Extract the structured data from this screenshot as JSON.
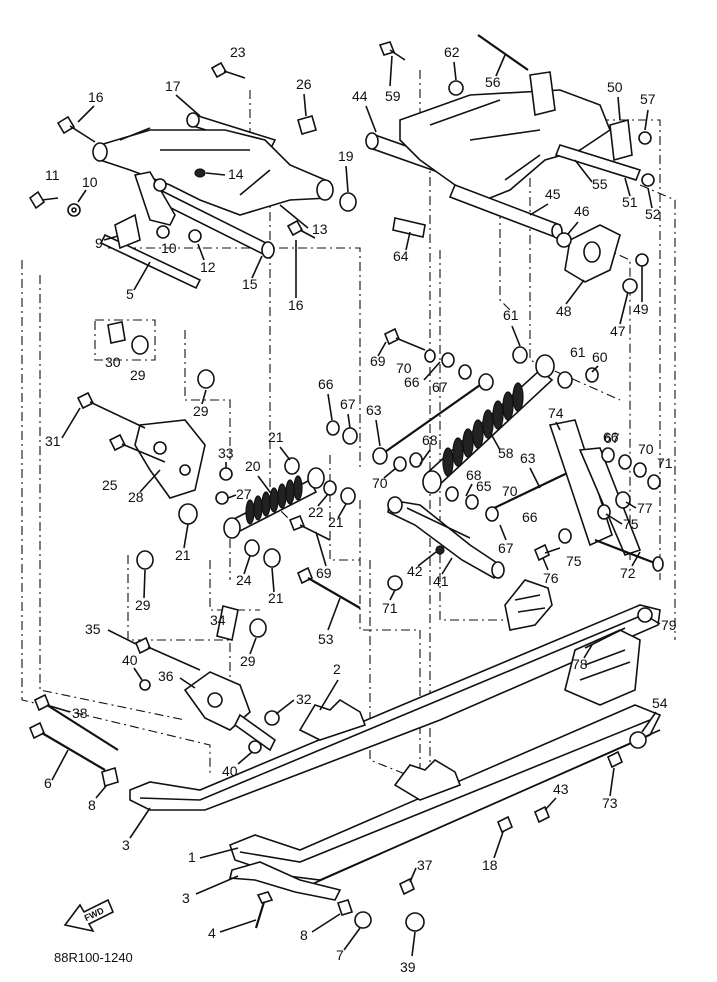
{
  "diagram": {
    "code": "88R100-1240",
    "fwd_label": "FWD",
    "labels": [
      {
        "text": "1"
      },
      {
        "text": "2"
      },
      {
        "text": "3"
      },
      {
        "text": "3"
      },
      {
        "text": "4"
      },
      {
        "text": "5"
      },
      {
        "text": "6"
      },
      {
        "text": "7"
      },
      {
        "text": "8"
      },
      {
        "text": "8"
      },
      {
        "text": "9"
      },
      {
        "text": "10"
      },
      {
        "text": "10"
      },
      {
        "text": "11"
      },
      {
        "text": "12"
      },
      {
        "text": "13"
      },
      {
        "text": "14"
      },
      {
        "text": "15"
      },
      {
        "text": "16"
      },
      {
        "text": "16"
      },
      {
        "text": "17"
      },
      {
        "text": "18"
      },
      {
        "text": "19"
      },
      {
        "text": "20"
      },
      {
        "text": "21"
      },
      {
        "text": "21"
      },
      {
        "text": "21"
      },
      {
        "text": "21"
      },
      {
        "text": "22"
      },
      {
        "text": "23"
      },
      {
        "text": "24"
      },
      {
        "text": "25"
      },
      {
        "text": "26"
      },
      {
        "text": "27"
      },
      {
        "text": "28"
      },
      {
        "text": "29"
      },
      {
        "text": "29"
      },
      {
        "text": "29"
      },
      {
        "text": "29"
      },
      {
        "text": "30"
      },
      {
        "text": "31"
      },
      {
        "text": "32"
      },
      {
        "text": "33"
      },
      {
        "text": "34"
      },
      {
        "text": "35"
      },
      {
        "text": "36"
      },
      {
        "text": "37"
      },
      {
        "text": "38"
      },
      {
        "text": "39"
      },
      {
        "text": "40"
      },
      {
        "text": "40"
      },
      {
        "text": "41"
      },
      {
        "text": "42"
      },
      {
        "text": "43"
      },
      {
        "text": "44"
      },
      {
        "text": "45"
      },
      {
        "text": "46"
      },
      {
        "text": "47"
      },
      {
        "text": "48"
      },
      {
        "text": "49"
      },
      {
        "text": "50"
      },
      {
        "text": "51"
      },
      {
        "text": "52"
      },
      {
        "text": "53"
      },
      {
        "text": "54"
      },
      {
        "text": "55"
      },
      {
        "text": "56"
      },
      {
        "text": "57"
      },
      {
        "text": "58"
      },
      {
        "text": "59"
      },
      {
        "text": "60"
      },
      {
        "text": "61"
      },
      {
        "text": "61"
      },
      {
        "text": "62"
      },
      {
        "text": "63"
      },
      {
        "text": "63"
      },
      {
        "text": "64"
      },
      {
        "text": "65"
      },
      {
        "text": "66"
      },
      {
        "text": "66"
      },
      {
        "text": "66"
      },
      {
        "text": "66"
      },
      {
        "text": "67"
      },
      {
        "text": "67"
      },
      {
        "text": "67"
      },
      {
        "text": "67"
      },
      {
        "text": "68"
      },
      {
        "text": "68"
      },
      {
        "text": "69"
      },
      {
        "text": "69"
      },
      {
        "text": "70"
      },
      {
        "text": "70"
      },
      {
        "text": "70"
      },
      {
        "text": "70"
      },
      {
        "text": "71"
      },
      {
        "text": "71"
      },
      {
        "text": "72"
      },
      {
        "text": "73"
      },
      {
        "text": "74"
      },
      {
        "text": "75"
      },
      {
        "text": "75"
      },
      {
        "text": "76"
      },
      {
        "text": "77"
      },
      {
        "text": "78"
      },
      {
        "text": "79"
      }
    ]
  }
}
